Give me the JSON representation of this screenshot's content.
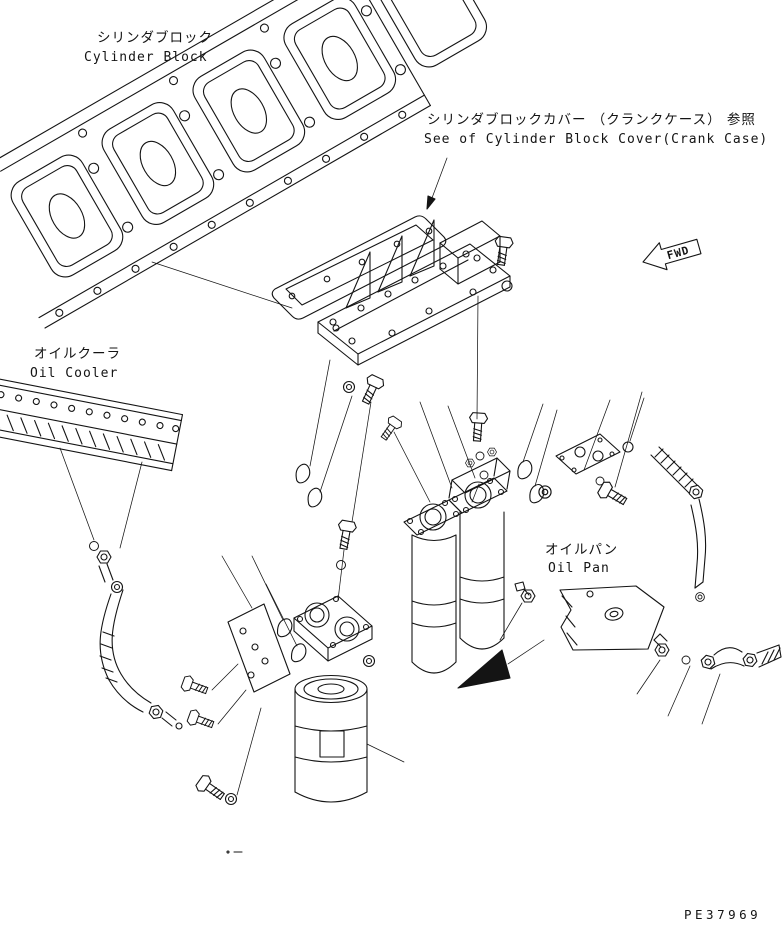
{
  "document": {
    "background_color": "#ffffff",
    "line_color": "#141414",
    "drawing_code": "PE37969"
  },
  "labels": {
    "cylinder_block_jp": "シリンダブロック",
    "cylinder_block_en": "Cylinder Block",
    "block_cover_ref_jp": "シリンダブロックカバー （クランクケース） 参照",
    "block_cover_ref_en": "See of Cylinder Block Cover(Crank Case)",
    "oil_cooler_jp": "オイルクーラ",
    "oil_cooler_en": "Oil Cooler",
    "oil_pan_jp": "オイルパン",
    "oil_pan_en": "Oil Pan",
    "fwd_marker": "FWD"
  }
}
